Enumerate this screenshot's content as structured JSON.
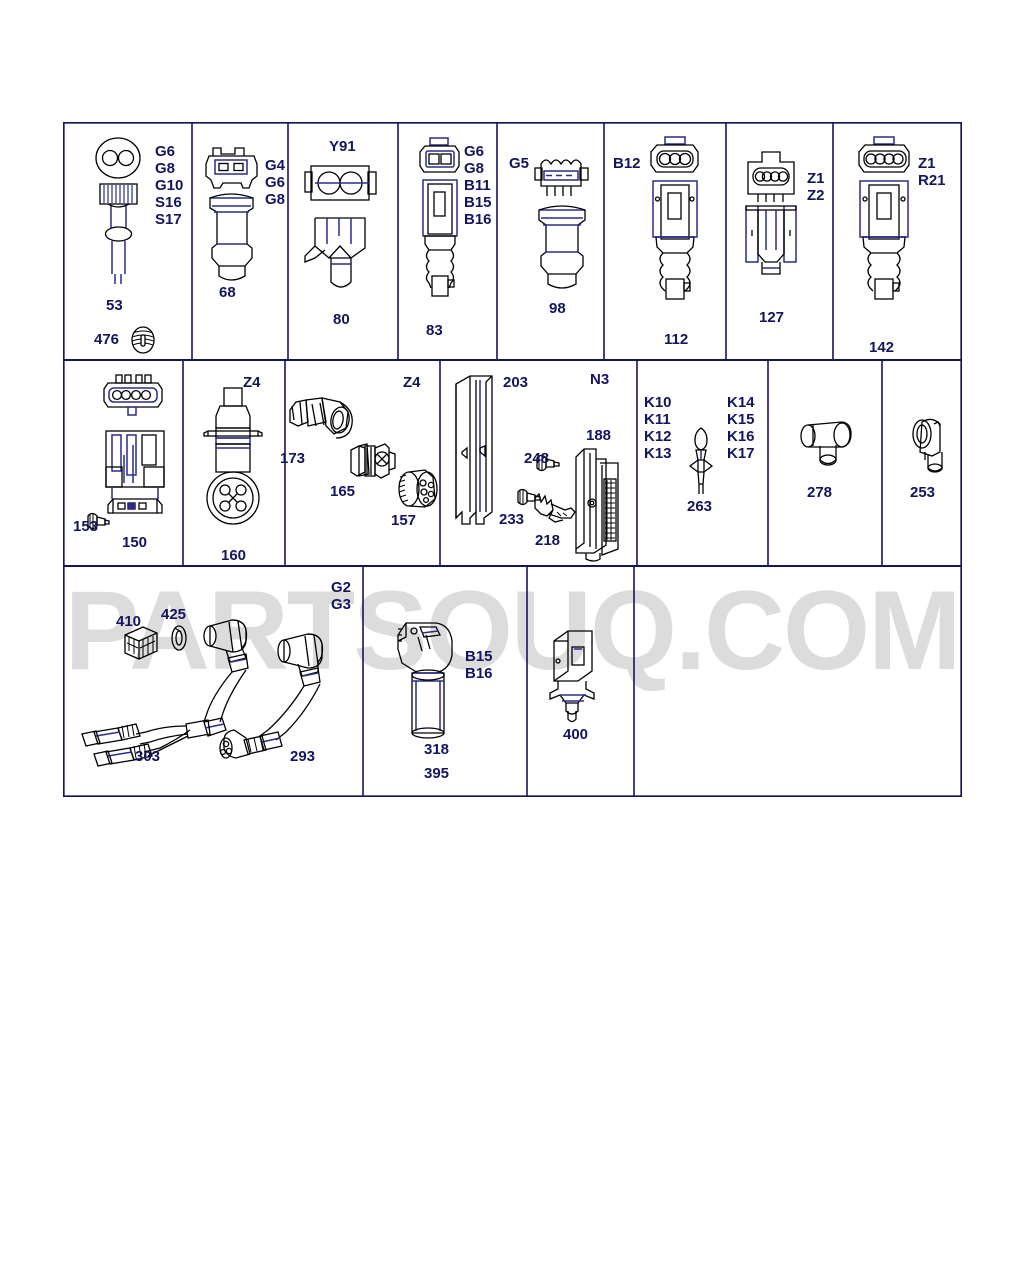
{
  "watermark": {
    "text": "PARTSOUQ.COM"
  },
  "diagram": {
    "title": "Electrical connectors parts diagram",
    "line_color_black": "#000000",
    "line_color_blue": "#2b2b8c",
    "rows": [
      {
        "row": 1,
        "cells": [
          {
            "id": "cell-53",
            "codes": [
              "G6",
              "G8",
              "G10",
              "S16",
              "S17"
            ],
            "numbers": [
              "53",
              "476"
            ]
          },
          {
            "id": "cell-68",
            "codes": [
              "G4",
              "G6",
              "G8"
            ],
            "numbers": [
              "68"
            ]
          },
          {
            "id": "cell-80",
            "codes": [
              "Y91"
            ],
            "numbers": [
              "80"
            ]
          },
          {
            "id": "cell-83",
            "codes": [
              "G6",
              "G8",
              "B11",
              "B15",
              "B16"
            ],
            "numbers": [
              "83"
            ]
          },
          {
            "id": "cell-98",
            "codes": [
              "G5"
            ],
            "numbers": [
              "98"
            ]
          },
          {
            "id": "cell-112",
            "codes": [
              "B12"
            ],
            "numbers": [
              "112"
            ]
          },
          {
            "id": "cell-127",
            "codes": [
              "Z1",
              "Z2"
            ],
            "numbers": [
              "127"
            ]
          },
          {
            "id": "cell-142",
            "codes": [
              "Z1",
              "R21"
            ],
            "numbers": [
              "142"
            ]
          }
        ]
      },
      {
        "row": 2,
        "cells": [
          {
            "id": "cell-150",
            "codes": [],
            "numbers": [
              "153",
              "150"
            ]
          },
          {
            "id": "cell-160",
            "codes": [
              "Z4"
            ],
            "numbers": [
              "160"
            ]
          },
          {
            "id": "cell-165",
            "codes": [
              "Z4"
            ],
            "numbers": [
              "173",
              "165",
              "157"
            ]
          },
          {
            "id": "cell-203",
            "codes": [
              "N3"
            ],
            "numbers": [
              "203",
              "248",
              "188",
              "233",
              "218"
            ]
          },
          {
            "id": "cell-263",
            "codes": [
              "K10",
              "K11",
              "K12",
              "K13",
              "K14",
              "K15",
              "K16",
              "K17"
            ],
            "numbers": [
              "263"
            ]
          },
          {
            "id": "cell-278",
            "codes": [],
            "numbers": [
              "278"
            ]
          },
          {
            "id": "cell-253",
            "codes": [],
            "numbers": [
              "253"
            ]
          }
        ]
      },
      {
        "row": 3,
        "cells": [
          {
            "id": "cell-303",
            "codes": [
              "G2",
              "G3"
            ],
            "numbers": [
              "410",
              "425",
              "303",
              "293"
            ]
          },
          {
            "id": "cell-318",
            "codes": [
              "B15",
              "B16"
            ],
            "numbers": [
              "318",
              "395"
            ]
          },
          {
            "id": "cell-400",
            "codes": [],
            "numbers": [
              "400"
            ]
          },
          {
            "id": "cell-empty",
            "codes": [],
            "numbers": []
          }
        ]
      }
    ],
    "labels": {
      "c53_codes": "G6\nG8\nG10\nS16\nS17",
      "c53_num": "53",
      "c476_num": "476",
      "c68_codes": "G4\nG6\nG8",
      "c68_num": "68",
      "c80_code": "Y91",
      "c80_num": "80",
      "c83_codes": "G6\nG8\nB11\nB15\nB16",
      "c83_num": "83",
      "c98_code": "G5",
      "c98_num": "98",
      "c112_code": "B12",
      "c112_num": "112",
      "c127_codes": "Z1\nZ2",
      "c127_num": "127",
      "c142_codes": "Z1\nR21",
      "c142_num": "142",
      "c153_num": "153",
      "c150_num": "150",
      "c160_code": "Z4",
      "c160_num": "160",
      "c165_code": "Z4",
      "c173_num": "173",
      "c165_num": "165",
      "c157_num": "157",
      "c203_num": "203",
      "c203_code": "N3",
      "c248_num": "248",
      "c188_num": "188",
      "c233_num": "233",
      "c218_num": "218",
      "c263_left": "K10\nK11\nK12\nK13",
      "c263_right": "K14\nK15\nK16\nK17",
      "c263_num": "263",
      "c278_num": "278",
      "c253_num": "253",
      "c303_codes": "G2\nG3",
      "c410_num": "410",
      "c425_num": "425",
      "c303_num": "303",
      "c293_num": "293",
      "c318_codes": "B15\nB16",
      "c318_num": "318",
      "c395_num": "395",
      "c400_num": "400"
    }
  }
}
